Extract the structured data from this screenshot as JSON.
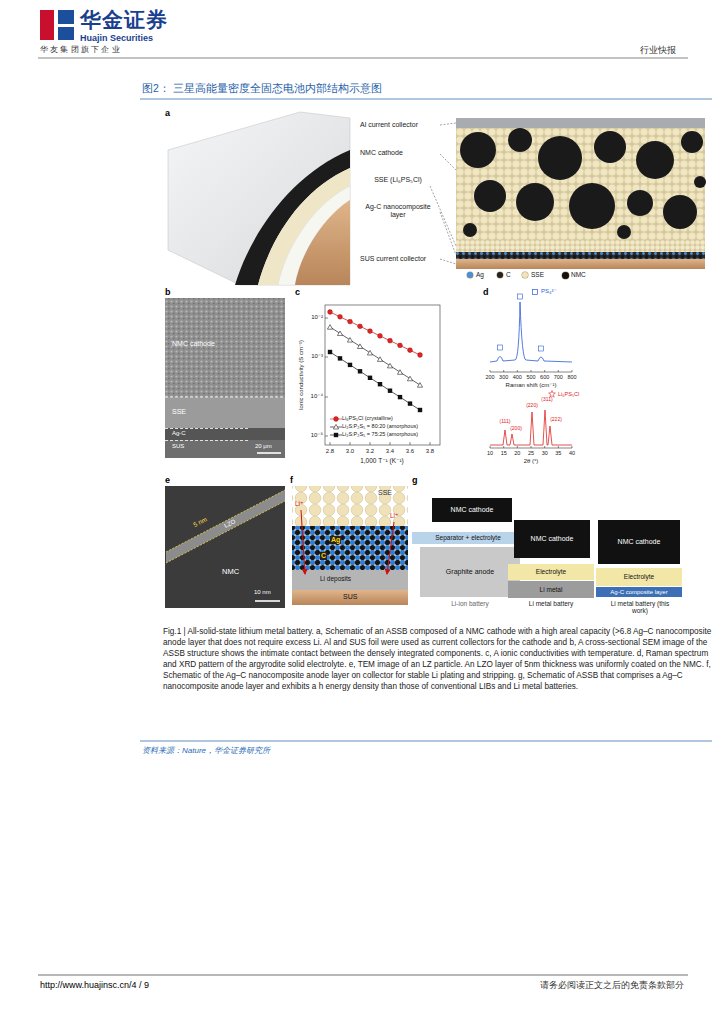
{
  "diagram": {
    "title": "图2： 三星高能量密度全固态电池内部结构示意图",
    "caption": "Fig.1 | All-solid-state lithium metal battery. a, Schematic of an ASSB composed of a NMC cathode with a high areal capacity (>6.8 Ag–C nanocomposite anode layer that does not require excess Li. Al and SUS foil were used as current collectors for the cathode and b, A cross-sectional SEM image of the ASSB structure shows the intimate contact between the densely integrated components. c, A ionic conductivities with temperature. d, Raman spectrum and XRD pattern of the argyrodite solid electrolyte. e, TEM image of an LZ particle. An LZO layer of 5nm thickness was uniformly coated on the NMC. f, Schematic of the Ag–C nanocomposite anode layer on collector for stable Li plating and stripping. g, Schematic of ASSB that comprises a Ag–C nanocomposite anode layer and exhibits a h energy density than those of conventional LIBs and Li metal batteries.",
    "nodes": [
      {
        "text": [
          "NMC cathode"
        ]
      },
      {
        "text": [
          "Separator + electrolyte"
        ]
      },
      {
        "text": [
          "Graphite anode"
        ]
      },
      {
        "text": [
          "NMC cathode"
        ]
      },
      {
        "text": [
          "Electrolyte"
        ]
      },
      {
        "text": [
          "Li metal"
        ]
      },
      {
        "text": [
          "NMC cathode"
        ]
      },
      {
        "text": [
          "Electrolyte"
        ]
      },
      {
        "text": [
          "Ag-C composite layer"
        ]
      }
    ],
    "labels": [
      "华金证券",
      "Huajin Securities",
      "华 友 集 团 旗 下 企 业",
      "行业快报",
      "a",
      "Al current collector",
      "NMC cathode",
      "SSE (Li₆PS₅Cl)",
      "Ag-C nanocomposite layer",
      "SUS current collector",
      "b",
      "NMC cathode",
      "SSE",
      "Ag-C",
      "SUS",
      "20 μm",
      "c",
      "Ionic conductivity (S cm⁻¹)",
      "10⁻²",
      "10⁻³",
      "10⁻⁴",
      "10⁻⁵",
      "2.8",
      "3.0",
      "3.2",
      "3.4",
      "3.6",
      "3.8",
      "1,000 T⁻¹ (K⁻¹)",
      "d",
      "200",
      "300",
      "400",
      "500",
      "600",
      "700",
      "800",
      "Raman shift (cm⁻¹)",
      "(111)",
      "(200)",
      "(220)",
      "(311)",
      "(222)",
      "10",
      "15",
      "20",
      "25",
      "30",
      "35",
      "40",
      "2θ (°)",
      "e",
      "5 nm",
      "LZO",
      "NMC",
      "10 nm",
      "f",
      "SSE",
      "Li⁺",
      "Li⁺",
      "Ag",
      "C",
      "Li deposits",
      "SUS",
      "g",
      "Li-ion battery",
      "Li metal battery",
      "Li metal battery (this work)",
      "资料来源：Nature，华金证券研究所",
      "http://www.huajinsc.cn/4 / 9",
      "请务必阅读正文之后的免责条款部分"
    ],
    "legend": [
      {
        "text": "Ag",
        "color": "#4a90d9"
      },
      {
        "text": "C",
        "color": "#222222"
      },
      {
        "text": "SSE",
        "color": "#f0e4b8"
      },
      {
        "text": "NMC",
        "color": "#111111"
      },
      {
        "text": "Li₆PS₅Cl (crystalline)"
      },
      {
        "text": "Li₂S:P₂S₅ = 80:20 (amorphous)"
      },
      {
        "text": "Li₂S:P₂S₅ = 75:25 (amorphous)"
      },
      {
        "text": "PS₄³⁻"
      },
      {
        "text": "Li₆PS₅Cl"
      }
    ]
  }
}
